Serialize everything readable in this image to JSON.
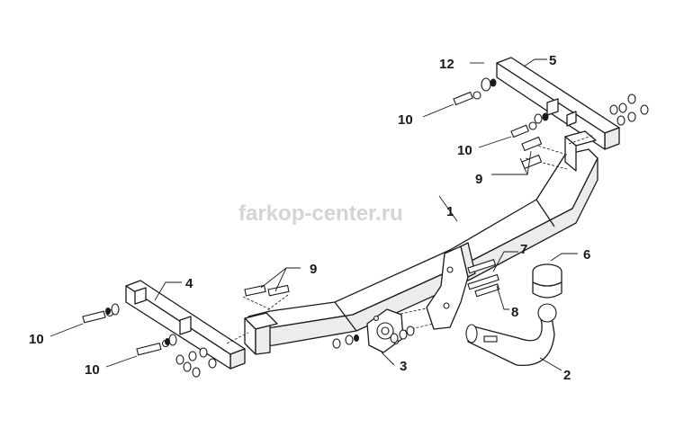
{
  "watermark": "farkop-center.ru",
  "callouts": {
    "c1": "1",
    "c2": "2",
    "c3": "3",
    "c4": "4",
    "c5": "5",
    "c6": "6",
    "c7": "7",
    "c8": "8",
    "c9_top": "9",
    "c9_left": "9",
    "c10_top": "10",
    "c10_mid": "10",
    "c10_left_upper": "10",
    "c10_left_lower": "10",
    "c12": "12"
  }
}
